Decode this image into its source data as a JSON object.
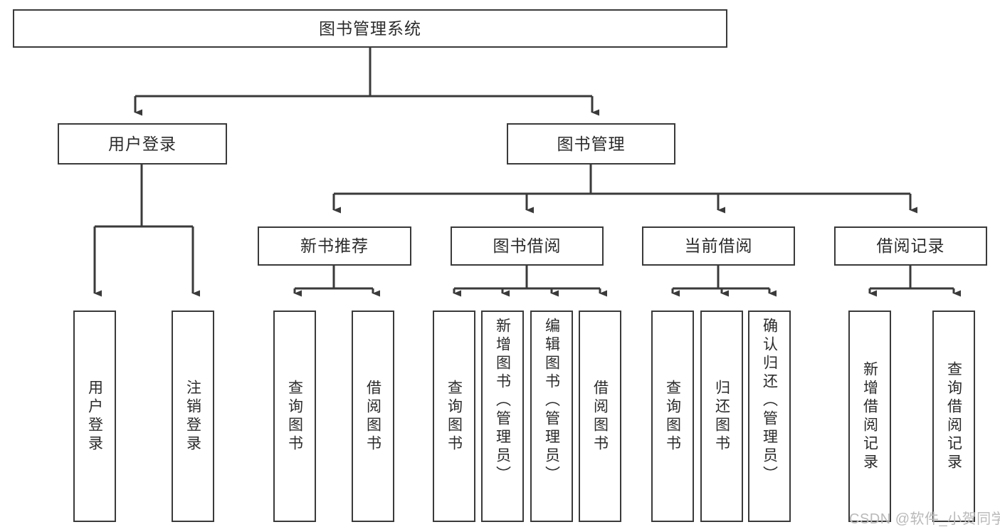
{
  "diagram": {
    "title": "图书管理系统",
    "type": "hierarchy-tree",
    "root": {
      "label": "图书管理系统"
    },
    "level2": [
      {
        "id": "user-login",
        "label": "用户登录"
      },
      {
        "id": "book-management",
        "label": "图书管理"
      }
    ],
    "level3": [
      {
        "id": "new-book-recommend",
        "label": "新书推荐",
        "parent": "book-management"
      },
      {
        "id": "book-borrow",
        "label": "图书借阅",
        "parent": "book-management"
      },
      {
        "id": "current-borrow",
        "label": "当前借阅",
        "parent": "book-management"
      },
      {
        "id": "borrow-record",
        "label": "借阅记录",
        "parent": "book-management"
      }
    ],
    "leaves": {
      "user-login": [
        {
          "id": "leaf-user-login",
          "label": "用户登录"
        },
        {
          "id": "leaf-user-logout",
          "label": "注销登录"
        }
      ],
      "new-book-recommend": [
        {
          "id": "leaf-query-book-1",
          "label": "查询图书"
        },
        {
          "id": "leaf-borrow-book-1",
          "label": "借阅图书"
        }
      ],
      "book-borrow": [
        {
          "id": "leaf-query-book-2",
          "label": "查询图书"
        },
        {
          "id": "leaf-add-book",
          "label": "新增图书（管理员）"
        },
        {
          "id": "leaf-edit-book",
          "label": "编辑图书（管理员）"
        },
        {
          "id": "leaf-borrow-book-2",
          "label": "借阅图书"
        }
      ],
      "current-borrow": [
        {
          "id": "leaf-query-book-3",
          "label": "查询图书"
        },
        {
          "id": "leaf-return-book",
          "label": "归还图书"
        },
        {
          "id": "leaf-confirm-return",
          "label": "确认归还（管理员）"
        }
      ],
      "borrow-record": [
        {
          "id": "leaf-add-record",
          "label": "新增借阅记录"
        },
        {
          "id": "leaf-query-record",
          "label": "查询借阅记录"
        }
      ]
    },
    "colors": {
      "stroke": "#3a3a3a",
      "text": "#2b2b2b",
      "background": "#ffffff",
      "watermark": "#b9b9b9"
    }
  },
  "watermark": {
    "text": "CSDN @软件_小贺同学"
  }
}
